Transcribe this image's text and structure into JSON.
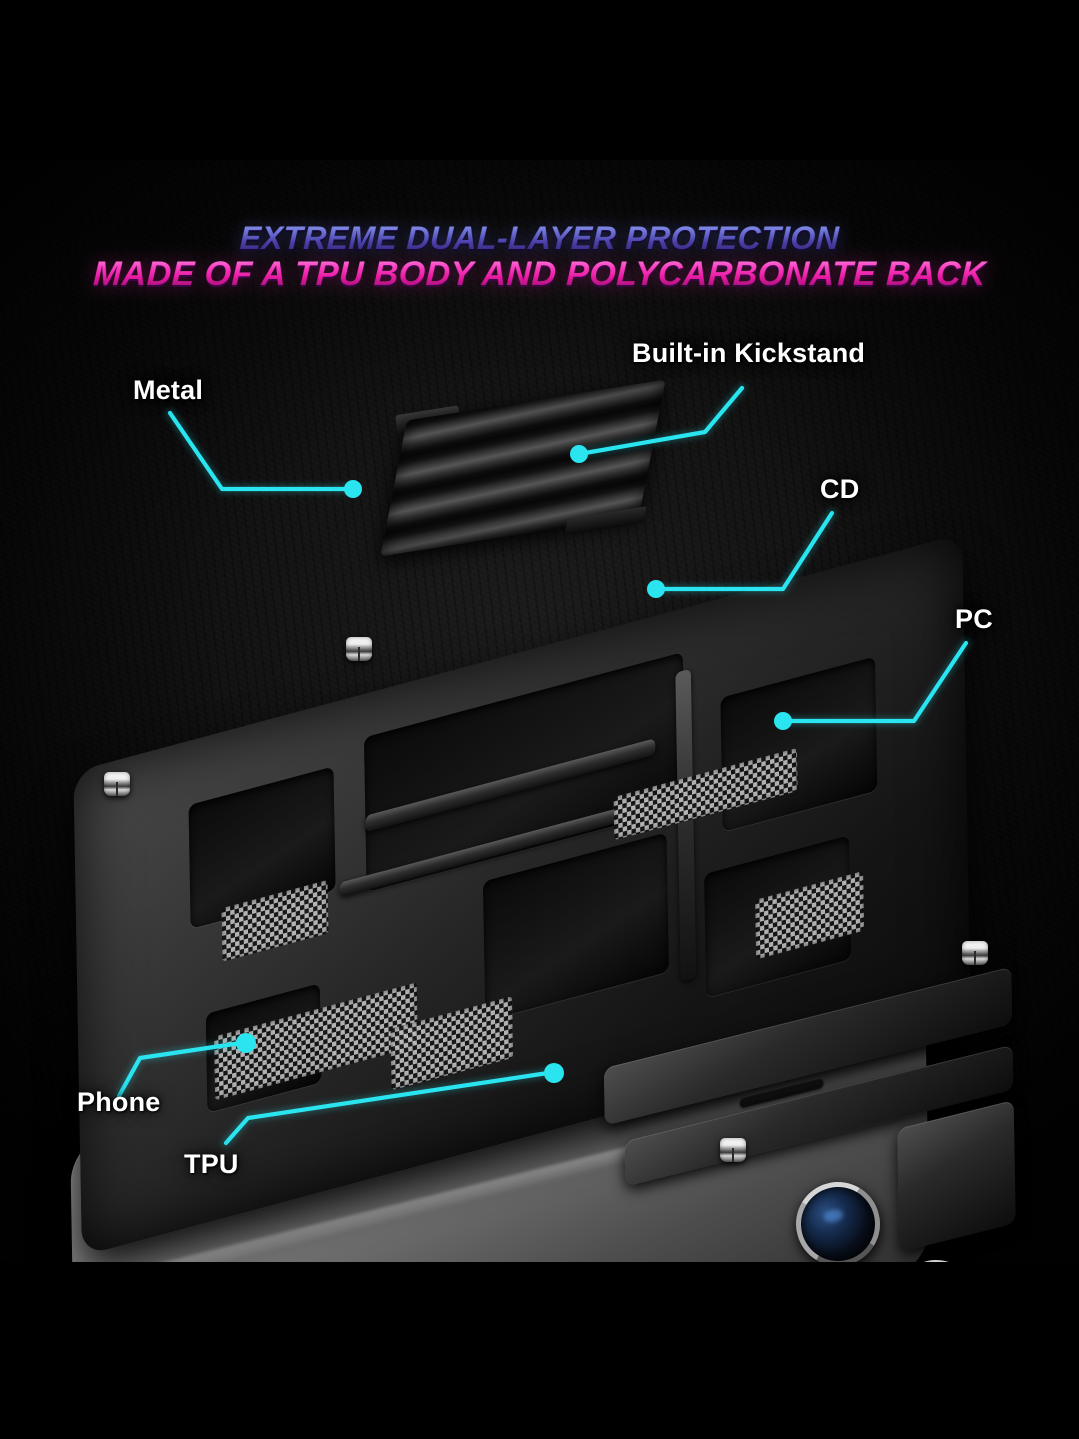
{
  "headline": {
    "line1": "EXTREME DUAL-LAYER PROTECTION",
    "line2": "MADE OF A TPU BODY AND POLYCARBONATE BACK",
    "line1_gradient_from": "#8e9cf0",
    "line1_gradient_to": "#2f2470",
    "line2_gradient_from": "#ff86e0",
    "line2_gradient_to": "#7e1166"
  },
  "callouts": [
    {
      "id": "kickstand",
      "label": "Built-in Kickstand",
      "points_to": "ribbed-kickstand-plate"
    },
    {
      "id": "metal",
      "label": "Metal",
      "points_to": "metal-rivet"
    },
    {
      "id": "cd",
      "label": "CD",
      "points_to": "brushed-metal-disc"
    },
    {
      "id": "pc",
      "label": "PC",
      "points_to": "polycarbonate-frame"
    },
    {
      "id": "phone",
      "label": "Phone",
      "points_to": "phone-body"
    },
    {
      "id": "tpu",
      "label": "TPU",
      "points_to": "tpu-bumper"
    }
  ],
  "style": {
    "leader_line_color": "#2ae4f0",
    "label_text_color": "#ffffff",
    "background_color": "#000000",
    "letterbox_color": "#000000"
  },
  "scene": {
    "description": "Exploded product view of a rugged dual-layer phone case",
    "layers": [
      "Built-in Kickstand",
      "CD",
      "PC",
      "Metal",
      "TPU",
      "Phone"
    ]
  }
}
